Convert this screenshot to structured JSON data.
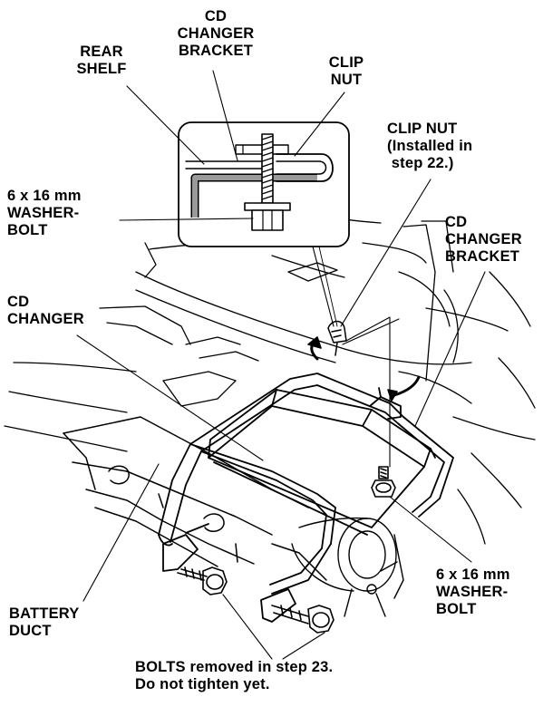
{
  "labels": {
    "cd_changer_bracket_top": "CD\nCHANGER\nBRACKET",
    "rear_shelf": "REAR\nSHELF",
    "clip_nut_top": "CLIP\nNUT",
    "clip_nut_installed": "CLIP NUT\n(Installed in\n step 22.)",
    "washer_bolt_inset": "6 x 16 mm\nWASHER-\nBOLT",
    "cd_changer_bracket_right": "CD\nCHANGER\nBRACKET",
    "cd_changer": "CD\nCHANGER",
    "washer_bolt_right": "6 x 16 mm\nWASHER-\nBOLT",
    "battery_duct": "BATTERY\nDUCT",
    "bolts_removed": "BOLTS removed in step 23.\nDo not tighten yet."
  }
}
